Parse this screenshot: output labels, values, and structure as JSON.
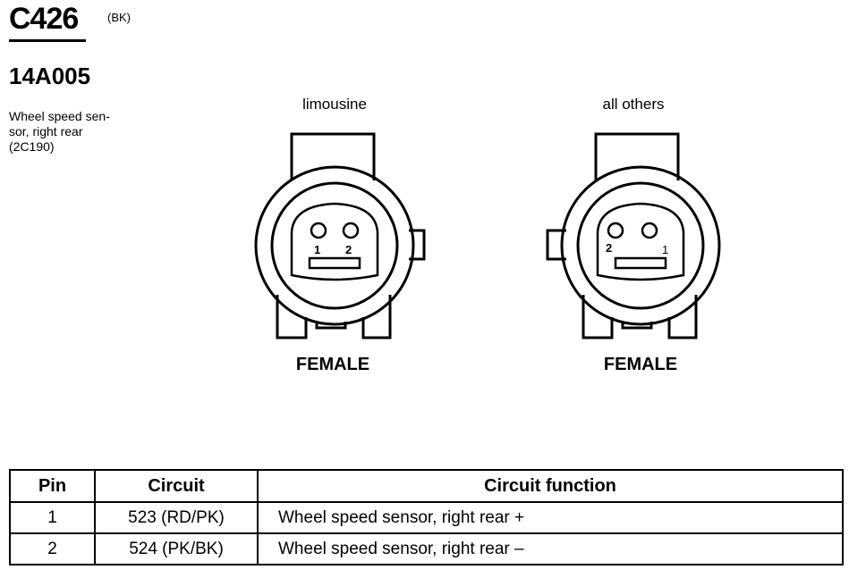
{
  "header": {
    "connector_id": "C426",
    "color_code": "(BK)",
    "part_number": "14A005",
    "description_lines": [
      "Wheel speed sen-",
      "sor, right rear",
      "(2C190)"
    ]
  },
  "views": [
    {
      "label": "limousine",
      "gender": "FEMALE",
      "pins": [
        "1",
        "2"
      ]
    },
    {
      "label": "all others",
      "gender": "FEMALE",
      "pins": [
        "2",
        "1"
      ]
    }
  ],
  "table": {
    "headers": [
      "Pin",
      "Circuit",
      "Circuit function"
    ],
    "rows": [
      {
        "pin": "1",
        "circuit": "523 (RD/PK)",
        "function": "Wheel speed sensor, right rear  +"
      },
      {
        "pin": "2",
        "circuit": "524 (PK/BK)",
        "function": "Wheel speed sensor, right rear  –"
      }
    ]
  }
}
